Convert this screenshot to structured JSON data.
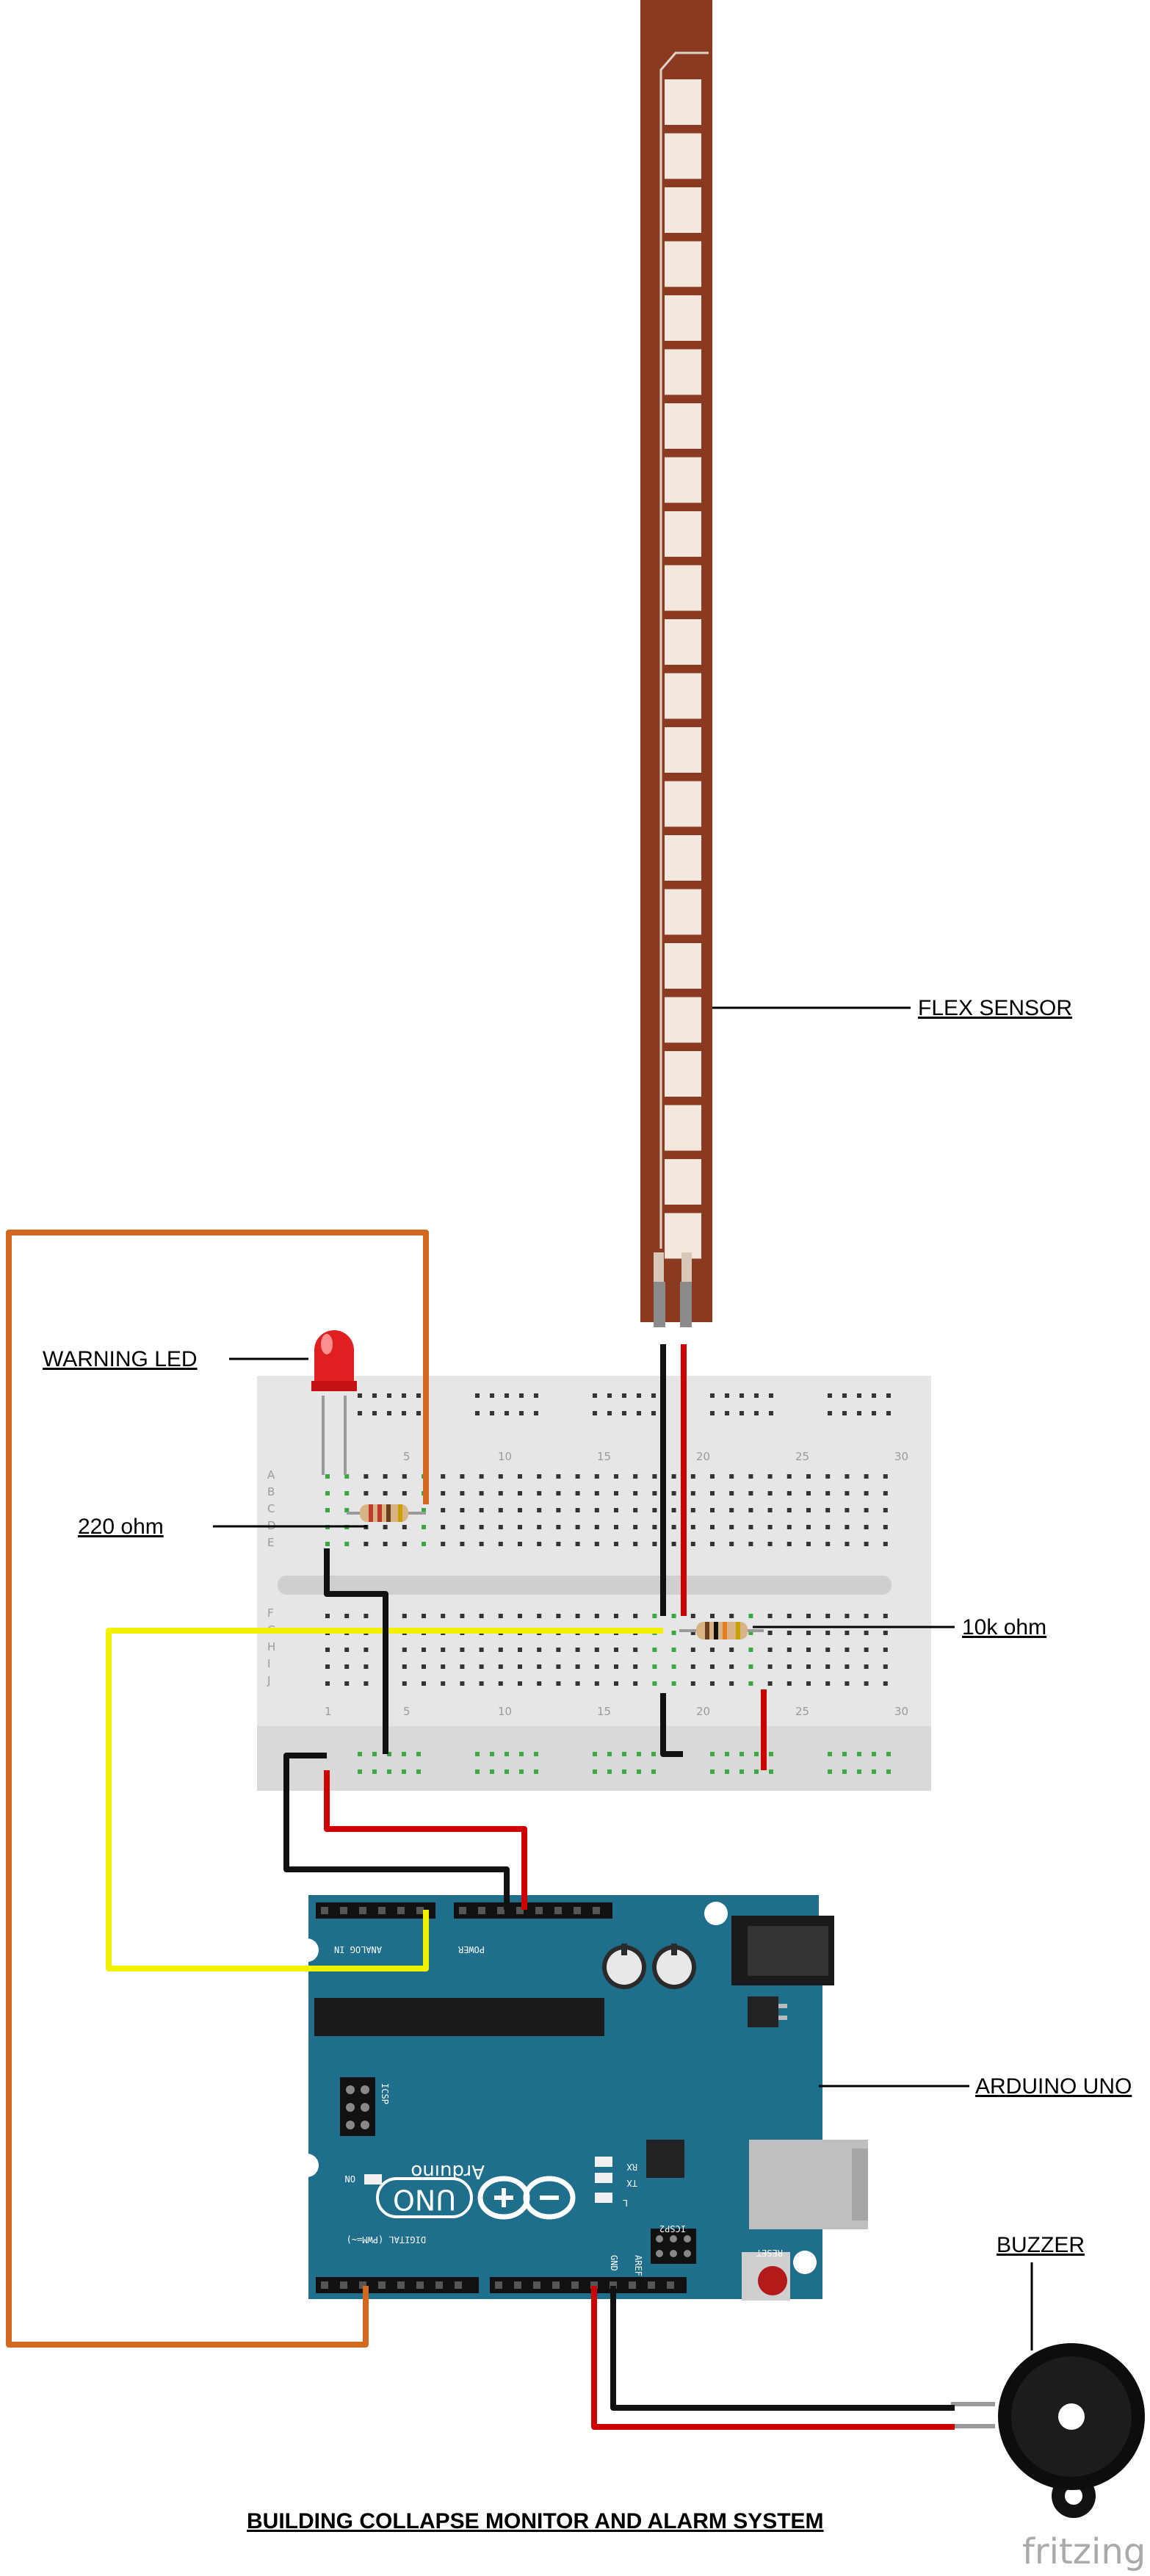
{
  "labels": {
    "flex_sensor": "FLEX SENSOR",
    "warning_led": "WARNING LED",
    "resistor_220": "220 ohm",
    "resistor_10k": "10k ohm",
    "arduino": "ARDUINO UNO",
    "buzzer": "BUZZER"
  },
  "title": "BUILDING COLLAPSE MONITOR AND ALARM SYSTEM",
  "watermark": "fritzing",
  "breadboard": {
    "col_numbers": [
      "5",
      "10",
      "15",
      "20",
      "25",
      "30"
    ],
    "row_letters_top": [
      "A",
      "B",
      "C",
      "D",
      "E"
    ],
    "row_letters_bottom": [
      "F",
      "G",
      "H",
      "I",
      "J"
    ],
    "bottom_numbers": [
      "1",
      "5",
      "10",
      "15",
      "20",
      "25",
      "30"
    ]
  },
  "arduino": {
    "board_text": "Arduino",
    "uno_text": "UNO",
    "on_text": "ON",
    "icsp_text": "ICSP",
    "icsp2_text": "ICSP2",
    "reset_text": "RESET",
    "rx_text": "RX",
    "tx_text": "TX",
    "l_text": "L",
    "power_text": "POWER",
    "analog_text": "ANALOG IN",
    "digital_text": "DIGITAL (PWM=~)",
    "aref_text": "AREF",
    "gnd_text": "GND"
  },
  "colors": {
    "wire_orange": "#d2691e",
    "wire_yellow": "#f2f200",
    "wire_red": "#cc0000",
    "wire_black": "#111111",
    "board_blue": "#1f6e8c",
    "flex_brown": "#8b3a22",
    "breadboard": "#e6e6e6"
  }
}
